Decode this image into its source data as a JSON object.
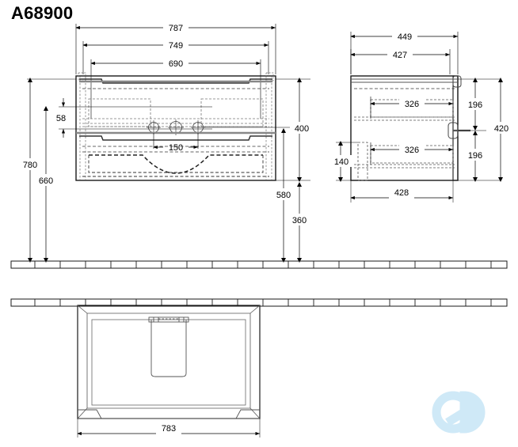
{
  "drawing": {
    "title": "A68900",
    "type": "technical-dimensional-drawing",
    "subject": "bathroom vanity cabinet",
    "units": "mm",
    "line_color": "#1a1a1a",
    "dim_color": "#000000",
    "hidden_line_color": "#555555"
  },
  "views": {
    "front": {
      "name": "front-elevation",
      "dimensions": {
        "overall_width": "787",
        "body_width": "749",
        "inner_width": "690",
        "mount_height": "780",
        "lower_height": "660",
        "top_offset": "58",
        "body_height": "400",
        "floor_to_top": "580",
        "floor_to_bottom": "360",
        "hole_spacing": "150"
      }
    },
    "side": {
      "name": "side-elevation",
      "dimensions": {
        "overall_depth": "449",
        "body_depth": "427",
        "drawer_depth_upper": "326",
        "drawer_depth_lower": "326",
        "upper_drawer_height": "196",
        "lower_drawer_height": "196",
        "total_height": "420",
        "base_height": "140",
        "base_depth": "428"
      }
    },
    "bottom": {
      "name": "bottom-plan-view",
      "dimensions": {
        "width": "783"
      }
    }
  },
  "watermark": {
    "label": "cd-logo-watermark",
    "color": "#cfe9f7"
  }
}
